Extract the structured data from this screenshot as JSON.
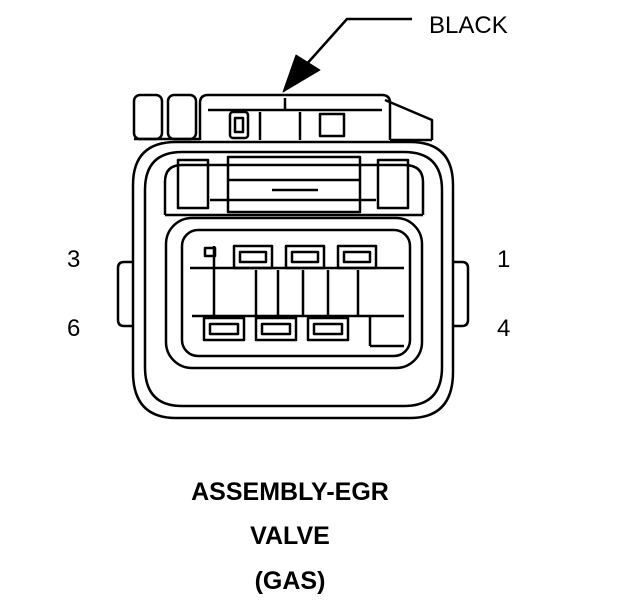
{
  "callout": {
    "color_label": "BLACK"
  },
  "pins": {
    "top_left": "3",
    "top_right": "1",
    "bottom_left": "6",
    "bottom_right": "4"
  },
  "title": {
    "line1": "ASSEMBLY-EGR",
    "line2": "VALVE",
    "line3": "(GAS)"
  },
  "colors": {
    "ink": "#000000",
    "background": "#ffffff"
  }
}
